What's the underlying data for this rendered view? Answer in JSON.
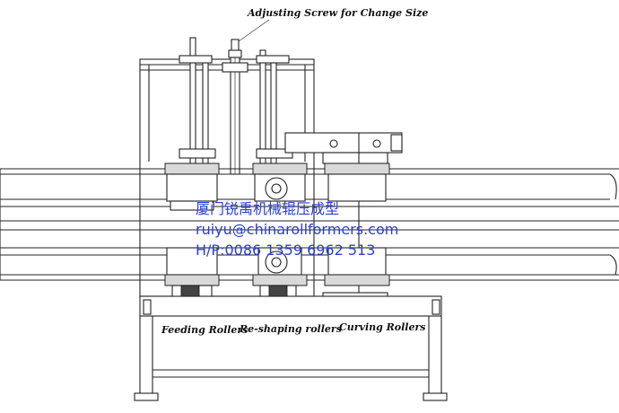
{
  "diagram": {
    "labels": {
      "adjusting_screw": "Adjusting Screw for Change Size",
      "feeding_rollers": "Feeding Rollers",
      "reshaping_rollers": "Re-shaping rollers",
      "curving_rollers": "Curving Rollers"
    },
    "watermark": {
      "line1": "厦门锐禹机械辊压成型",
      "line2": "ruiyu@chinarollformers.com",
      "line3": "H/P:0086 1359 6962 513"
    },
    "colors": {
      "line": "#222222",
      "watermark": "#2b3fd6",
      "background": "#ffffff"
    }
  }
}
